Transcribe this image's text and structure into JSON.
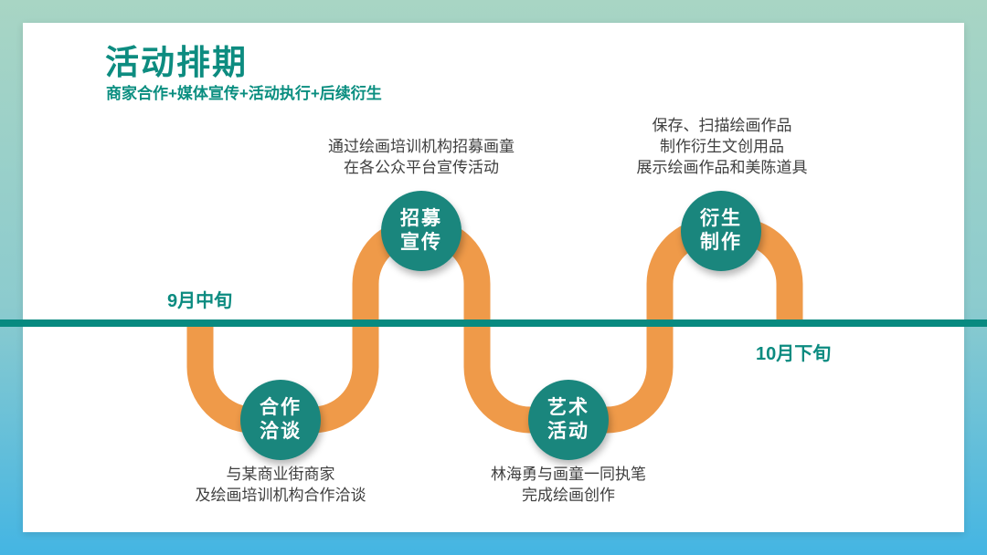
{
  "slide": {
    "title": "活动排期",
    "subtitle": "商家合作+媒体宣传+活动执行+后续衍生"
  },
  "timeline": {
    "left_date": "9月中旬",
    "right_date": "10月下旬",
    "milestones": [
      {
        "id": "cooperation",
        "label_line1": "合作",
        "label_line2": "洽谈",
        "position": "bottom",
        "desc": [
          "与某商业街商家",
          "及绘画培训机构合作洽谈"
        ]
      },
      {
        "id": "recruitment",
        "label_line1": "招募",
        "label_line2": "宣传",
        "position": "top",
        "desc": [
          "通过绘画培训机构招募画童",
          "在各公众平台宣传活动"
        ]
      },
      {
        "id": "art",
        "label_line1": "艺术",
        "label_line2": "活动",
        "position": "bottom",
        "desc": [
          "林海勇与画童一同执笔",
          "完成绘画创作"
        ]
      },
      {
        "id": "derivative",
        "label_line1": "衍生",
        "label_line2": "制作",
        "position": "top",
        "desc": [
          "保存、扫描绘画作品",
          "制作衍生文创用品",
          "展示绘画作品和美陈道具"
        ]
      }
    ]
  },
  "colors": {
    "teal": "#0e8b81",
    "circle_teal": "#1a867d",
    "orange": "#ef9a49",
    "background_top": "#a8d5c4",
    "background_bottom": "#44b5e3",
    "desc_text": "#3f3f3f",
    "card": "#ffffff"
  }
}
